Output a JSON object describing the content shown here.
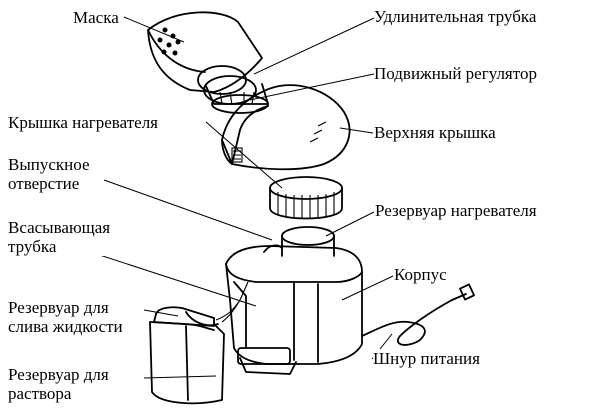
{
  "labels": {
    "mask": "Маска",
    "extension_tube": "Удлинительная трубка",
    "movable_regulator": "Подвижный регулятор",
    "heater_cover": "Крышка нагревателя",
    "top_cover": "Верхняя крышка",
    "outlet_line1": "Выпускное",
    "outlet_line2": "отверстие",
    "heater_reservoir": "Резервуар нагревателя",
    "suction_line1": "Всасывающая",
    "suction_line2": "трубка",
    "body": "Корпус",
    "drain_line1": "Резервуар для",
    "drain_line2": "слива жидкости",
    "solution_line1": "Резервуар для",
    "solution_line2": "раствора",
    "power_cord": "Шнур питания"
  }
}
